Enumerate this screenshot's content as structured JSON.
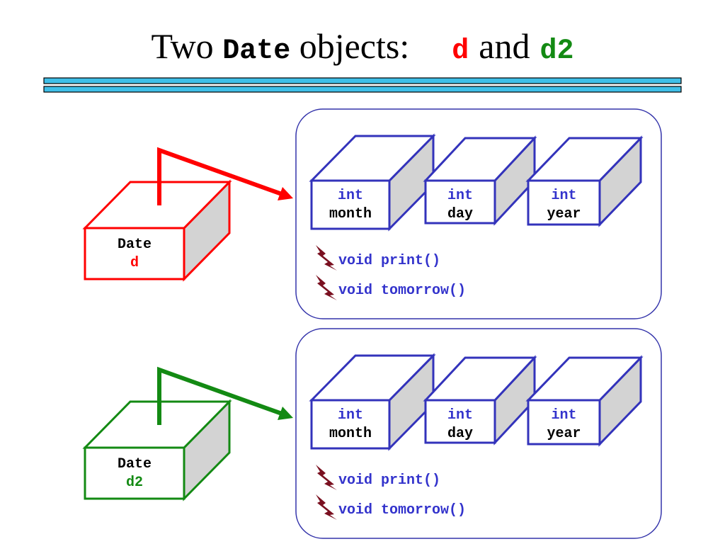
{
  "title": {
    "prefix": "Two ",
    "class_name": "Date",
    "middle": " objects:",
    "var1": "d",
    "conj": "and",
    "var2": "d2"
  },
  "colors": {
    "d": "#ff0000",
    "d2": "#138a13",
    "field_border": "#3333bb",
    "type_text": "#3333cc",
    "method_text": "#3333cc",
    "rule": "#3fbfe8",
    "method_icon": "#7a1020"
  },
  "objects": [
    {
      "ref": {
        "type": "Date",
        "name": "d"
      },
      "fields": [
        {
          "type": "int",
          "name": "month"
        },
        {
          "type": "int",
          "name": "day"
        },
        {
          "type": "int",
          "name": "year"
        }
      ],
      "methods": [
        {
          "label": "void print()"
        },
        {
          "label": "void tomorrow()"
        }
      ]
    },
    {
      "ref": {
        "type": "Date",
        "name": "d2"
      },
      "fields": [
        {
          "type": "int",
          "name": "month"
        },
        {
          "type": "int",
          "name": "day"
        },
        {
          "type": "int",
          "name": "year"
        }
      ],
      "methods": [
        {
          "label": "void print()"
        },
        {
          "label": "void tomorrow()"
        }
      ]
    }
  ]
}
